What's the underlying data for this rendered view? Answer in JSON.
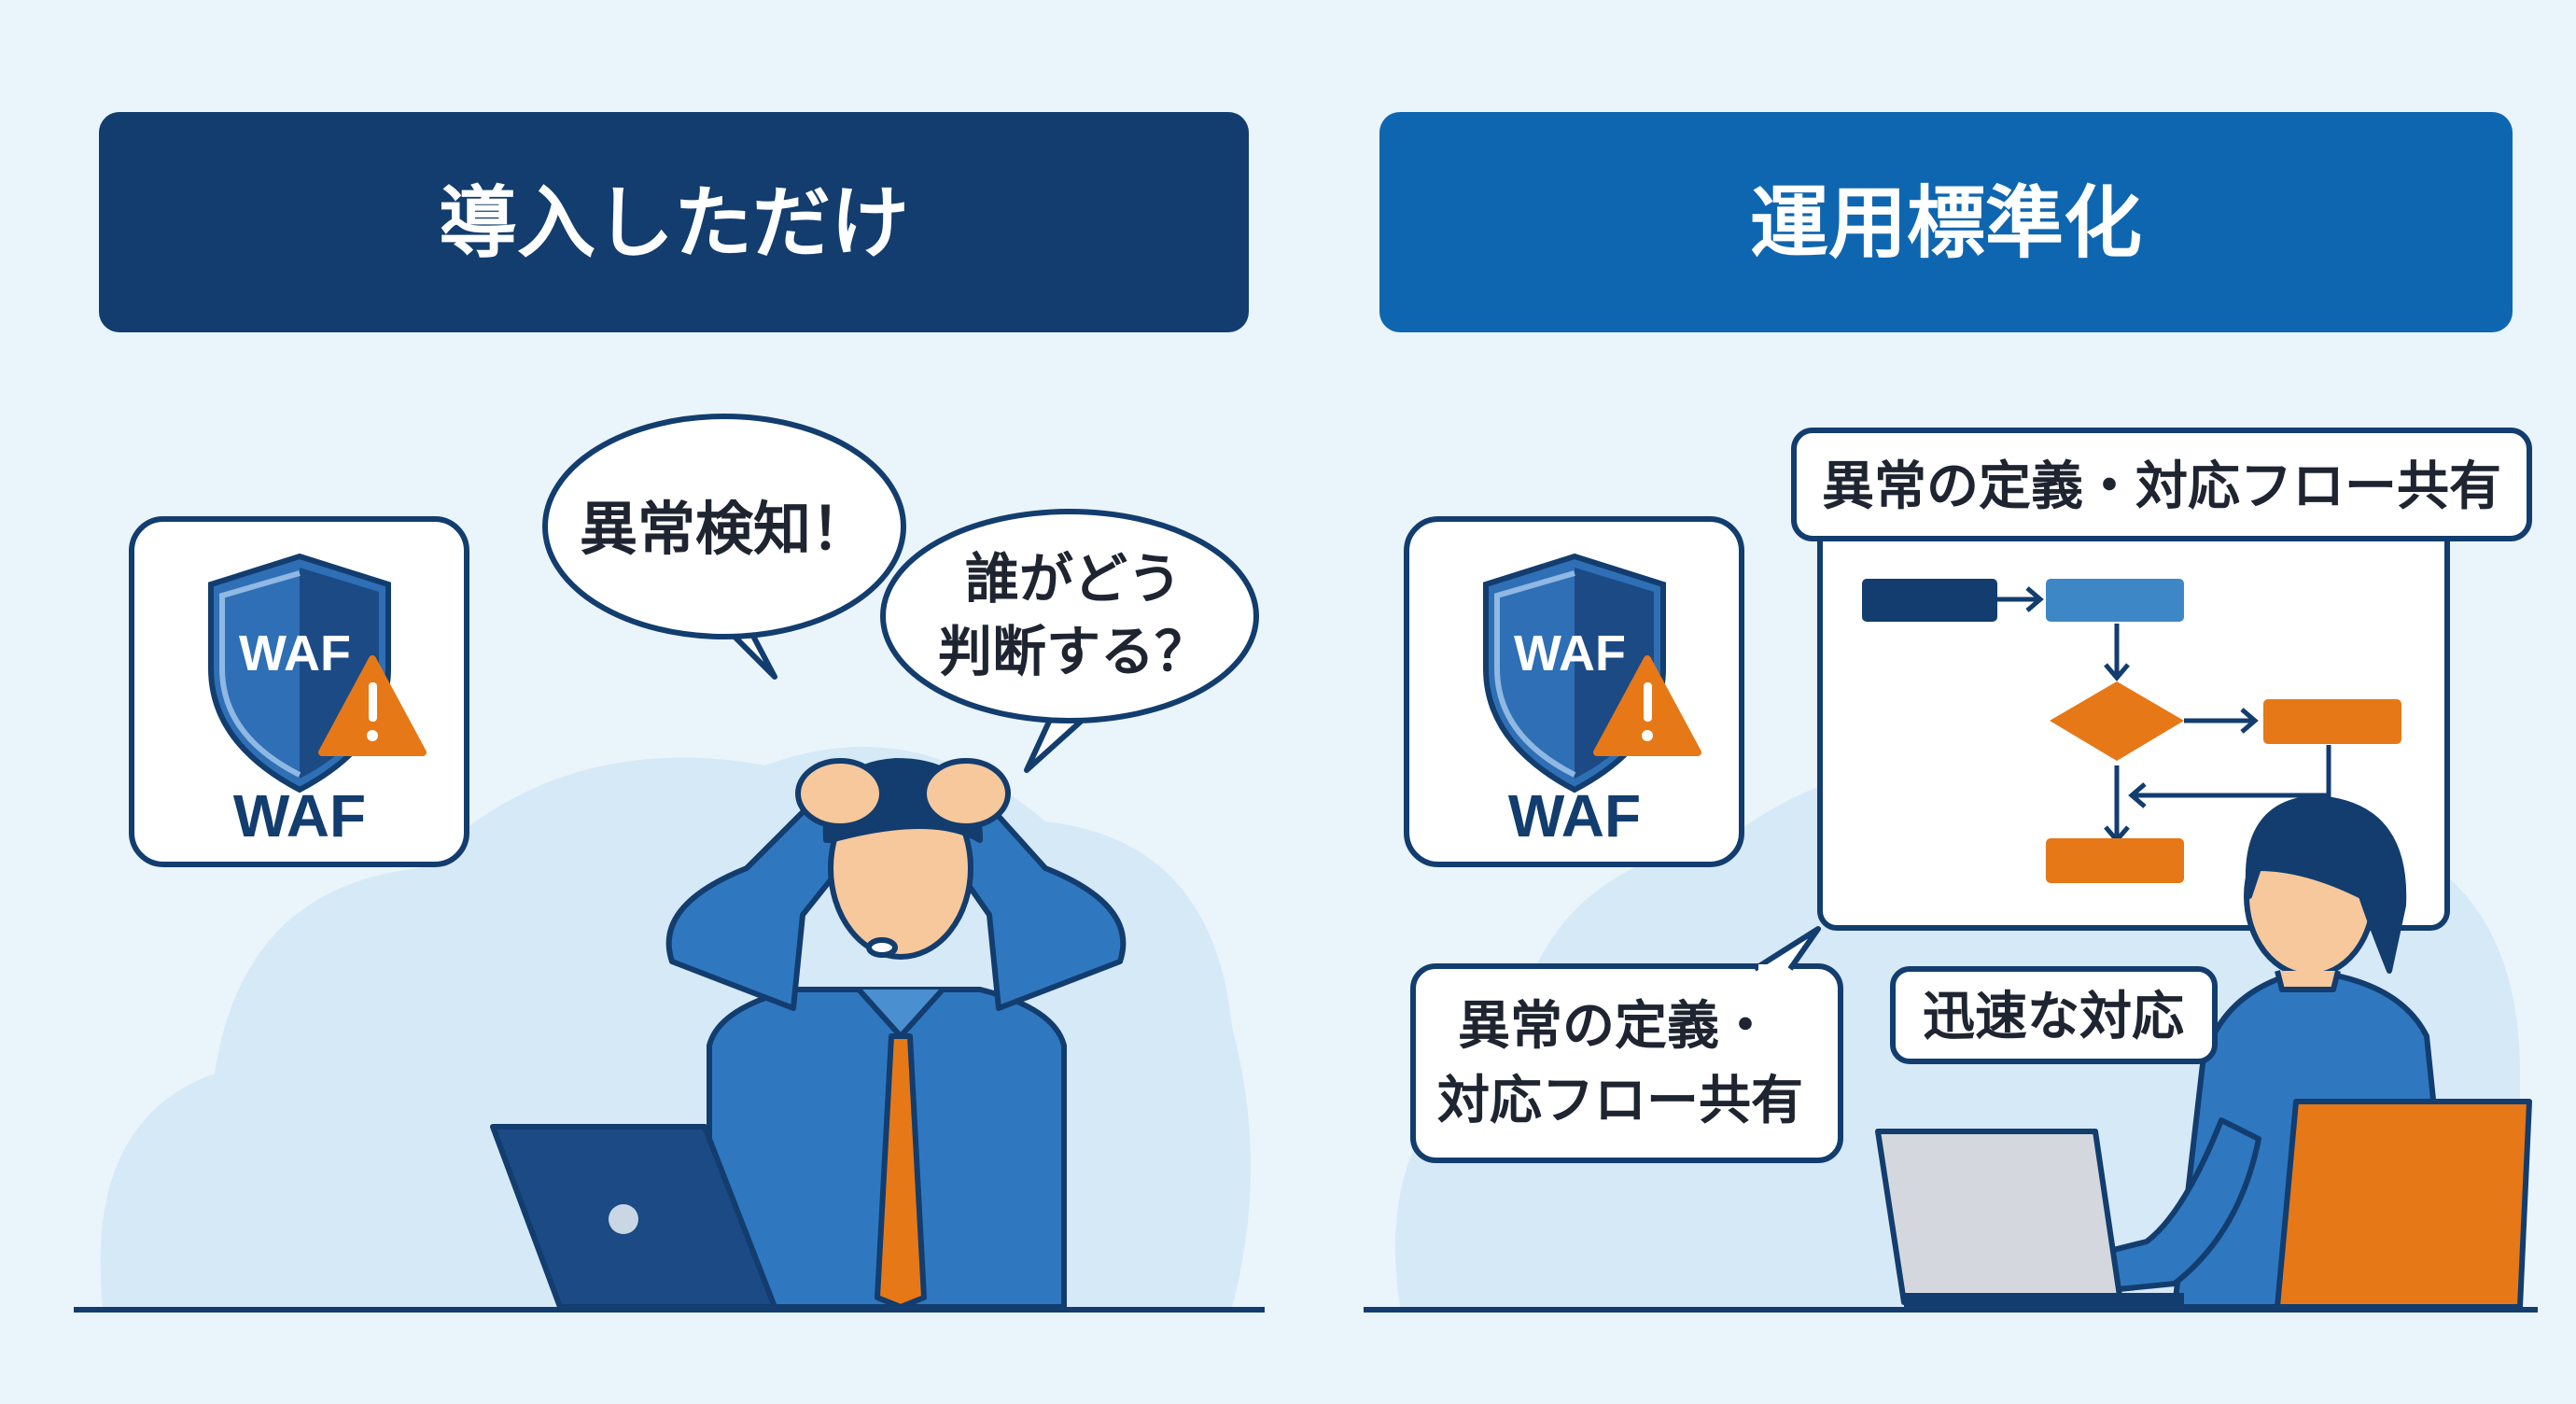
{
  "left_panel": {
    "title": "導入しただけ",
    "waf_card": {
      "shield_text": "WAF",
      "label": "WAF",
      "icon": "shield-warning-icon"
    },
    "bubble_alert": "異常検知！",
    "bubble_question": [
      "誰がどう",
      "判断する？"
    ]
  },
  "right_panel": {
    "title": "運用標準化",
    "waf_card": {
      "shield_text": "WAF",
      "label": "WAF",
      "icon": "shield-warning-icon"
    },
    "board_label": "異常の定義・対応フロー共有",
    "bubble_shared": [
      "異常の定義・",
      "対応フロー共有"
    ],
    "quick_response": "迅速な対応"
  },
  "colors": {
    "background": "#eaf4fb",
    "left_header": "#123d6e",
    "right_header": "#0f66b0",
    "navy": "#123d6e",
    "blue": "#2f78c0",
    "orange": "#e67817"
  }
}
